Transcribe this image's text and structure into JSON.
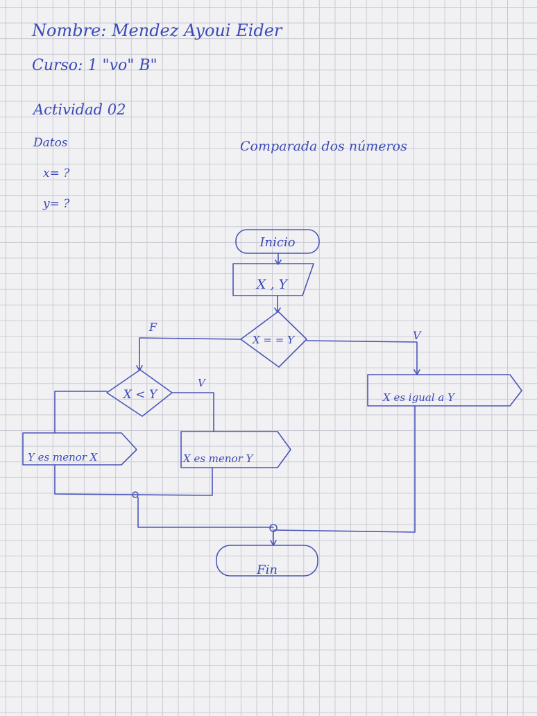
{
  "header": {
    "nombre": "Nombre: Mendez Ayoui Eider",
    "curso": "Curso: 1 \"vo\" B\"",
    "actividad": "Actividad 02",
    "datos": "Datos",
    "x_dato": "x= ?",
    "y_dato": "y= ?",
    "titulo": "Comparada dos números"
  },
  "flowchart": {
    "inicio": "Inicio",
    "entrada": "X , Y",
    "decision1": "X = = Y",
    "decision1_false": "F",
    "decision1_true": "V",
    "decision2": "X < Y",
    "decision2_true": "V",
    "salida_y_menor": "Y es menor X",
    "salida_x_menor": "X es menor Y",
    "salida_igual": "X es igual a Y",
    "fin": "Fin"
  },
  "colors": {
    "ink": "#3b4ab8",
    "grid": "#c9cad3",
    "paper": "#f1f1f3"
  }
}
